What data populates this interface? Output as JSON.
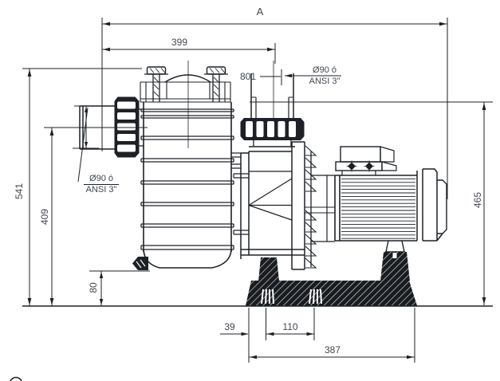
{
  "colors": {
    "background": "#ffffff",
    "line": "#1d2127",
    "text": "#41464e"
  },
  "dimensions": {
    "overall_length": "A",
    "inlet_to_discharge": "399",
    "discharge_center": "801",
    "overall_height": "541",
    "inlet_height": "409",
    "drain_height": "80",
    "discharge_height": "465",
    "base_offset": "39",
    "slot_spacing": "110",
    "base_length": "387"
  },
  "ports": {
    "discharge": {
      "diameter": "Ø90 ó",
      "standard": "ANSI 3\""
    },
    "suction": {
      "diameter": "Ø90 ó",
      "standard": "ANSI 3\""
    }
  }
}
